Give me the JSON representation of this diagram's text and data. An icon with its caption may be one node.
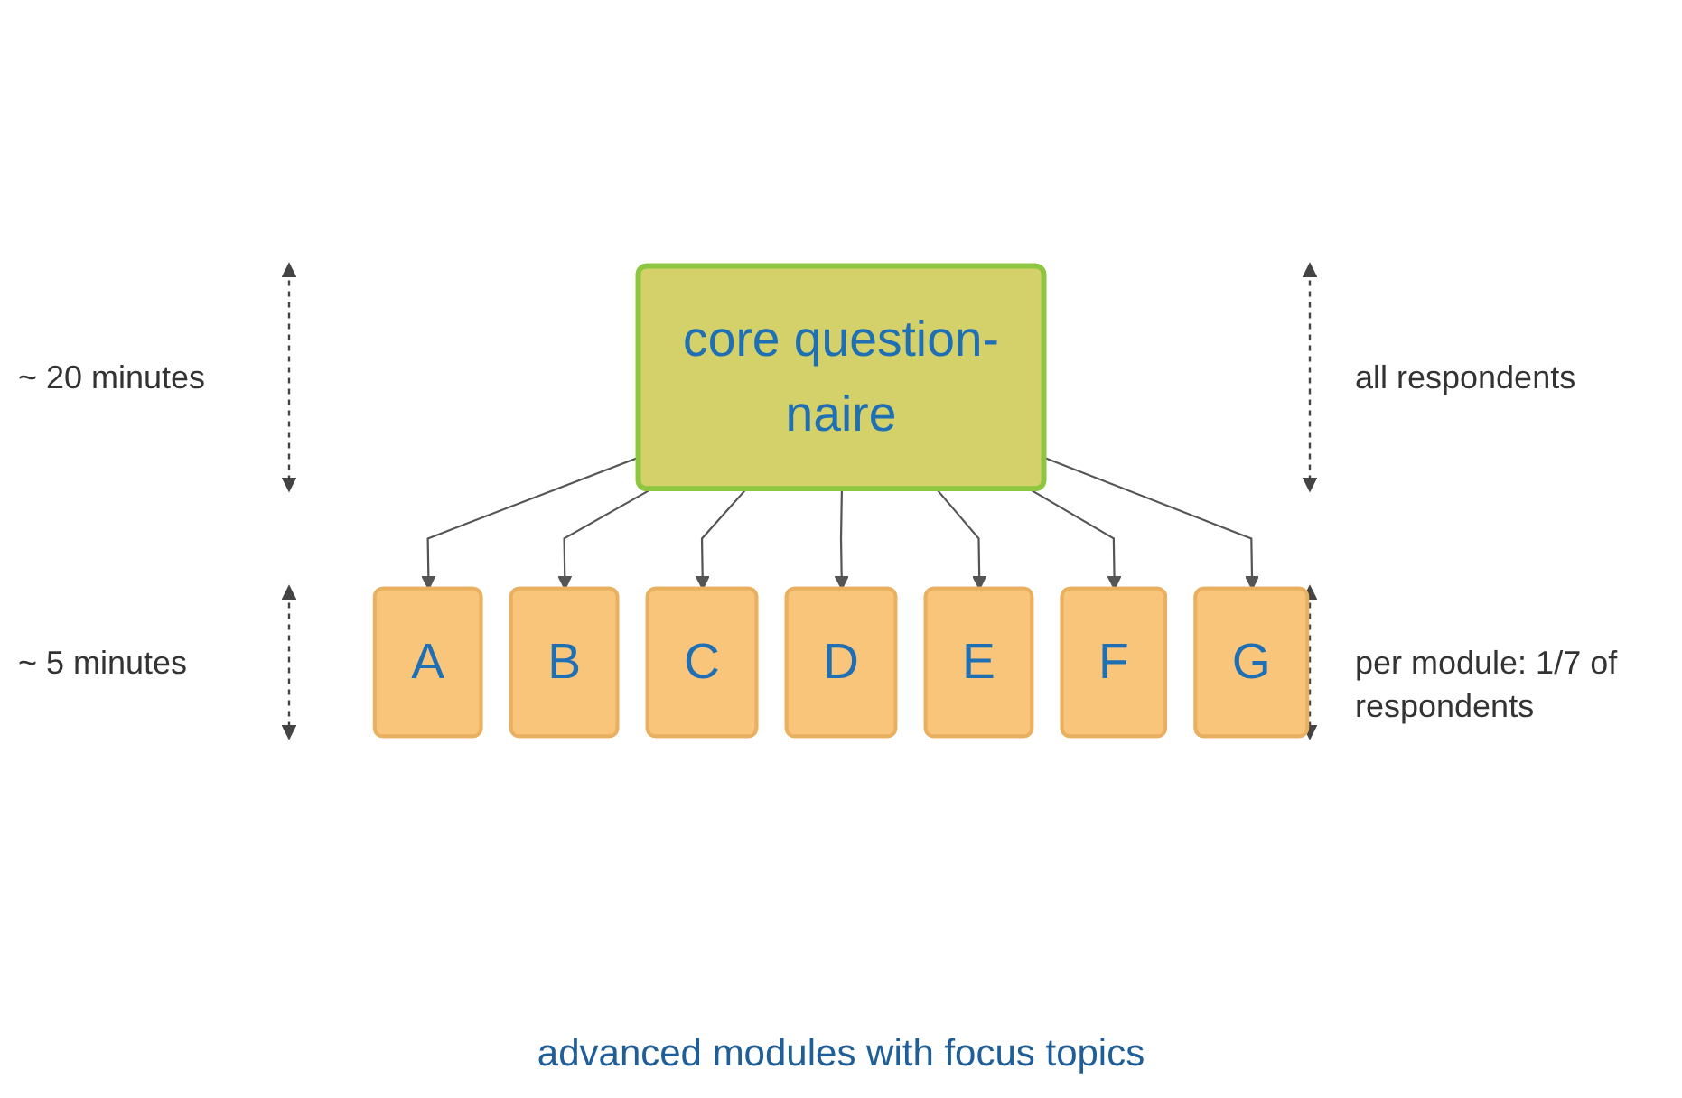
{
  "diagram": {
    "caption": "advanced modules with focus topics",
    "nodes": [
      {
        "text": [
          "core question-naire"
        ]
      },
      {
        "text": [
          "A"
        ]
      },
      {
        "text": [
          "B"
        ]
      },
      {
        "text": [
          "C"
        ]
      },
      {
        "text": [
          "D"
        ]
      },
      {
        "text": [
          "E"
        ]
      },
      {
        "text": [
          "F"
        ]
      },
      {
        "text": [
          "G"
        ]
      }
    ],
    "edges": [
      {
        "from": 0,
        "to": 1,
        "arrow": "to"
      },
      {
        "from": 0,
        "to": 2,
        "arrow": "to"
      },
      {
        "from": 0,
        "to": 3,
        "arrow": "to"
      },
      {
        "from": 0,
        "to": 4,
        "arrow": "to"
      },
      {
        "from": 0,
        "to": 5,
        "arrow": "to"
      },
      {
        "from": 0,
        "to": 6,
        "arrow": "to"
      },
      {
        "from": 0,
        "to": 7,
        "arrow": "to"
      }
    ],
    "labels": [
      "~ 20 minutes",
      "all respondents",
      "~ 5 minutes",
      "per module: 1/7 of respondents"
    ]
  }
}
